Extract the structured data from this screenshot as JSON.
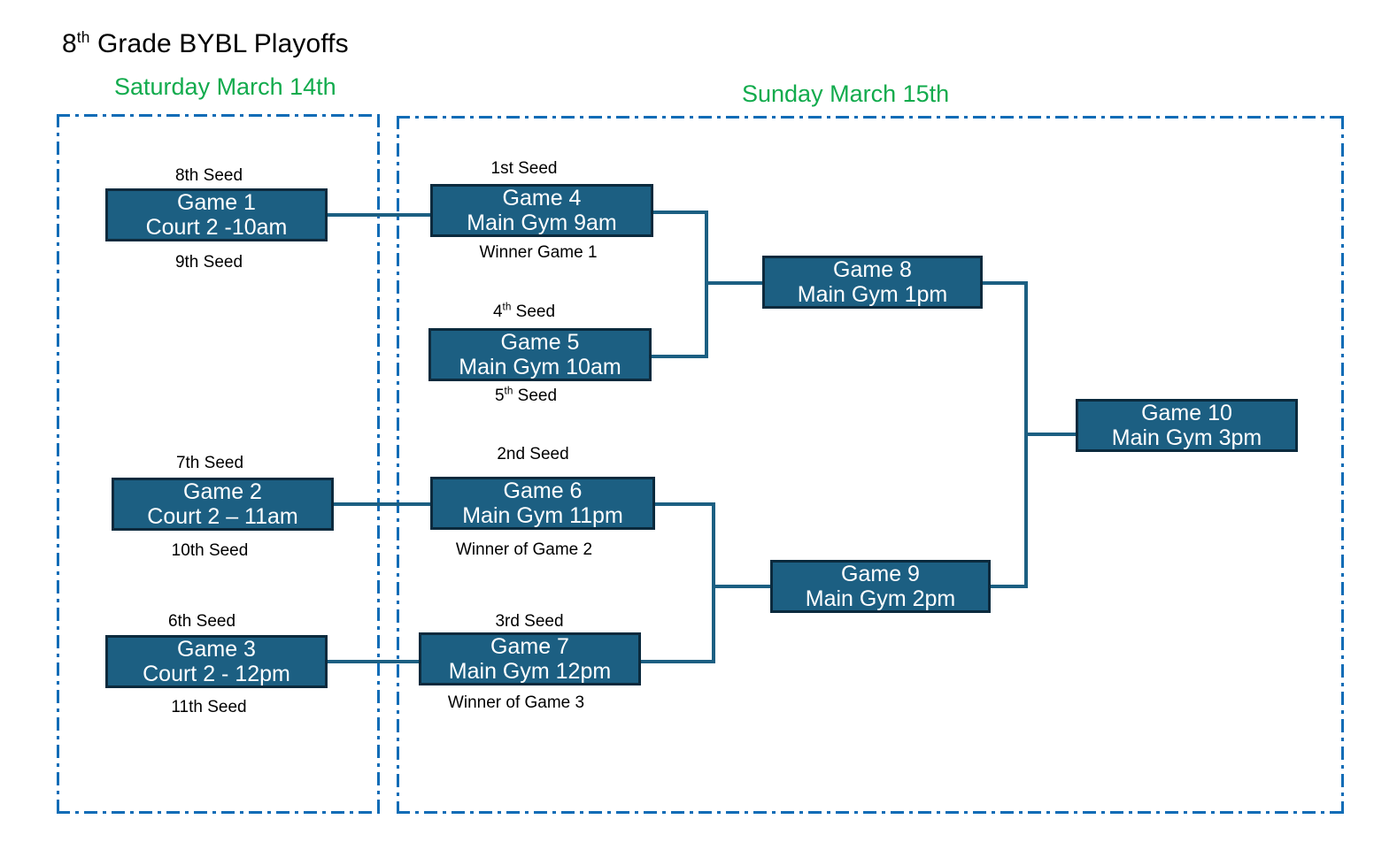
{
  "title": {
    "prefix": "8",
    "ordinal": "th",
    "suffix": " Grade BYBL Playoffs"
  },
  "days": {
    "saturday": "Saturday March 14th",
    "sunday": "Sunday March 15th"
  },
  "colors": {
    "box_fill": "#1c5f82",
    "box_border": "#0b2a3d",
    "panel_border": "#0f6cb6",
    "day_text": "#12ab4d",
    "connector": "#1c5f82"
  },
  "games": [
    {
      "id": "game-1",
      "name": "Game 1",
      "where": "Court 2 -10am",
      "top_label": "8th Seed",
      "bottom_label": "9th Seed"
    },
    {
      "id": "game-2",
      "name": "Game 2",
      "where": "Court 2 – 11am",
      "top_label": "7th Seed",
      "bottom_label": "10th Seed"
    },
    {
      "id": "game-3",
      "name": "Game 3",
      "where": "Court 2 - 12pm",
      "top_label": "6th Seed",
      "bottom_label": "11th Seed"
    },
    {
      "id": "game-4",
      "name": "Game 4",
      "where": "Main Gym 9am",
      "top_label": "1st Seed",
      "bottom_label": "Winner Game 1"
    },
    {
      "id": "game-5",
      "name": "Game 5",
      "where": "Main Gym 10am",
      "top_label": "4th Seed",
      "bottom_label": "5th Seed",
      "top_ordinal": "th",
      "bottom_ordinal": "th"
    },
    {
      "id": "game-6",
      "name": "Game 6",
      "where": "Main Gym 11pm",
      "top_label": "2nd Seed",
      "bottom_label": "Winner of Game 2"
    },
    {
      "id": "game-7",
      "name": "Game 7",
      "where": "Main Gym 12pm",
      "top_label": "3rd Seed",
      "bottom_label": "Winner of Game 3"
    },
    {
      "id": "game-8",
      "name": "Game 8",
      "where": "Main Gym 1pm",
      "top_label": "",
      "bottom_label": ""
    },
    {
      "id": "game-9",
      "name": "Game 9",
      "where": "Main Gym 2pm",
      "top_label": "",
      "bottom_label": ""
    },
    {
      "id": "game-10",
      "name": "Game 10",
      "where": "Main Gym 3pm",
      "top_label": "",
      "bottom_label": ""
    }
  ],
  "captions": {
    "g5_top_num": "4",
    "g5_top_rest": " Seed",
    "g5_bot_num": "5",
    "g5_bot_rest": " Seed"
  }
}
